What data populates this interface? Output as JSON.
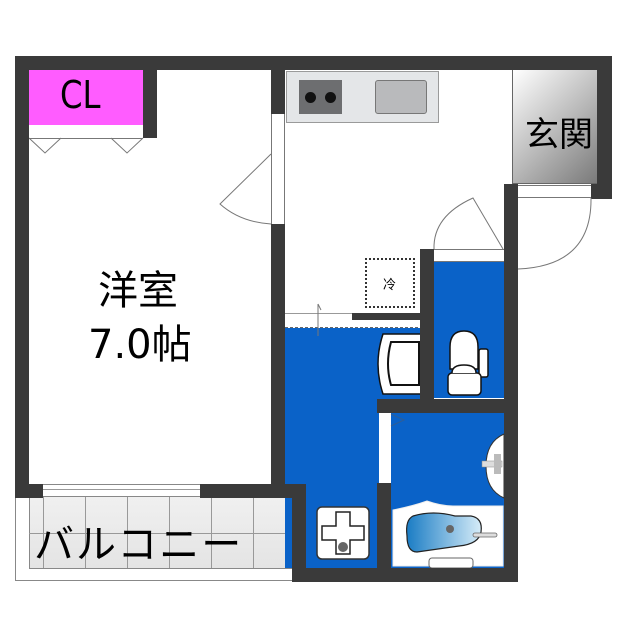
{
  "floorplan": {
    "rooms": {
      "closet": {
        "label": "CL",
        "color": "#ff5cff"
      },
      "western_room": {
        "name": "洋室",
        "size": "7.0帖"
      },
      "entrance": {
        "label": "玄関"
      },
      "balcony": {
        "label": "バルコニー"
      },
      "fridge": {
        "label": "冷"
      }
    },
    "fixtures": [
      "kitchen-counter",
      "stove",
      "sink",
      "toilet",
      "washbasin",
      "washing-machine-pan",
      "bathtub"
    ],
    "colors": {
      "wall": "#3a3a3a",
      "wet_area": "#0a62c8",
      "closet": "#ff5cff",
      "entrance_gradient_start": "#ffffff",
      "entrance_gradient_end": "#7a7a7a"
    }
  }
}
